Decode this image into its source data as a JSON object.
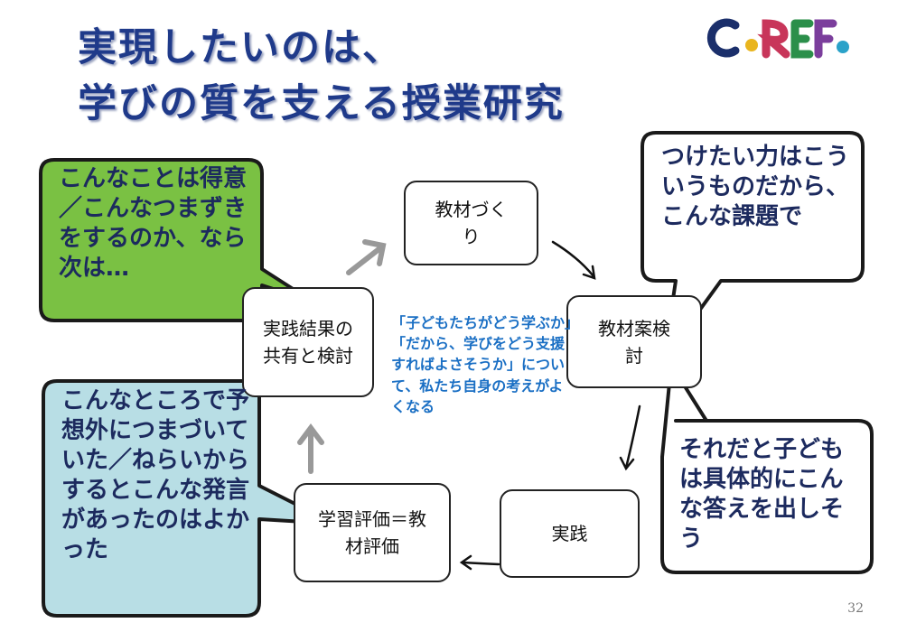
{
  "title": {
    "line1": "実現したいのは、",
    "line2": "学びの質を支える授業研究"
  },
  "logo": {
    "text": "CoREF"
  },
  "cycle": {
    "kyozai_zukuri": "教材づくり",
    "kyozai_an": "教材案検討",
    "jissen": "実践",
    "gakushu_hyoka": "学習評価＝教材評価",
    "kekka_kyoyu": "実践結果の共有と検討"
  },
  "center_text": "「子どもたちがどう学ぶか」「だから、学びをどう支援すればよさそうか」について、私たち自身の考えがよくなる",
  "bubbles": {
    "green": "こんなことは得意／こんなつまずきをするのか、なら次は…",
    "top_right": "つけたい力はこういうものだから、こんな課題で",
    "right": "それだと子どもは具体的にこんな答えを出しそう",
    "blue": "こんなところで予想外につまづいていた／ねらいからするとこんな発言があったのはよかった"
  },
  "colors": {
    "title": "#1f3a8a",
    "green_bubble": "#7ac143",
    "blue_bubble": "#b8dee5",
    "center_text": "#1a6fc4"
  },
  "page_number": "32"
}
